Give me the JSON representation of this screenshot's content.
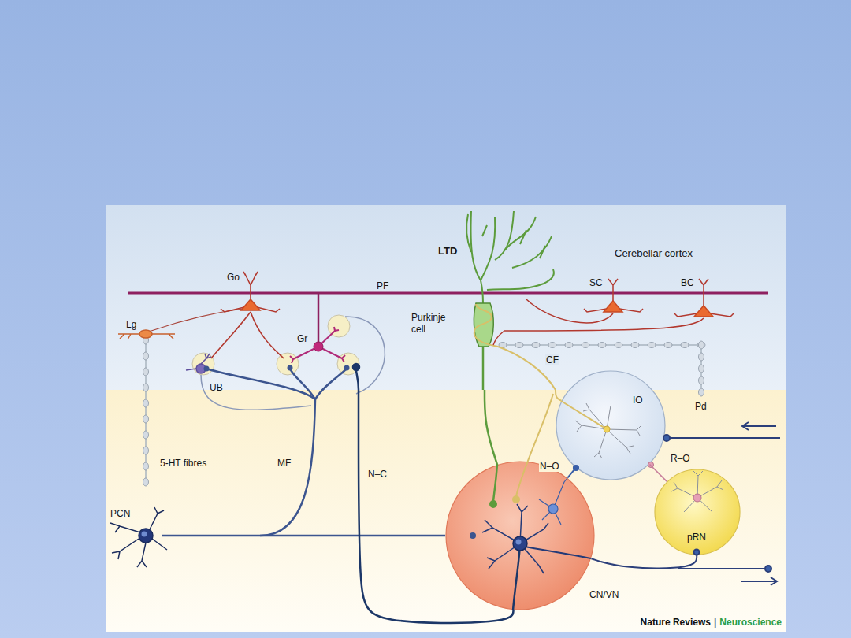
{
  "diagram": {
    "nodes": [
      {
        "text": [
          "Cerebellar cortex"
        ]
      },
      {
        "text": [
          "IO"
        ]
      },
      {
        "text": [
          "pRN"
        ]
      },
      {
        "text": [
          "CN/VN"
        ]
      }
    ],
    "edges": [
      {
        "from": 1,
        "to": 0,
        "label": "CF",
        "arrow": "none"
      },
      {
        "from": 0,
        "to": 3,
        "arrow": "none"
      },
      {
        "from": 3,
        "to": 0,
        "label": "N–C",
        "arrow": "none"
      },
      {
        "from": 3,
        "to": 1,
        "label": "N–O",
        "arrow": "none"
      },
      {
        "from": 2,
        "to": 1,
        "label": "R–O",
        "arrow": "none"
      },
      {
        "from": 3,
        "to": 2,
        "arrow": "none"
      }
    ],
    "labels": [
      "LTD",
      "Go",
      "PF",
      "SC",
      "BC",
      "Purkinje cell",
      "Lg",
      "Gr",
      "UB",
      "5-HT fibres",
      "MF",
      "Pd",
      "PCN",
      "Nature Reviews",
      "|",
      "Neuroscience"
    ]
  }
}
